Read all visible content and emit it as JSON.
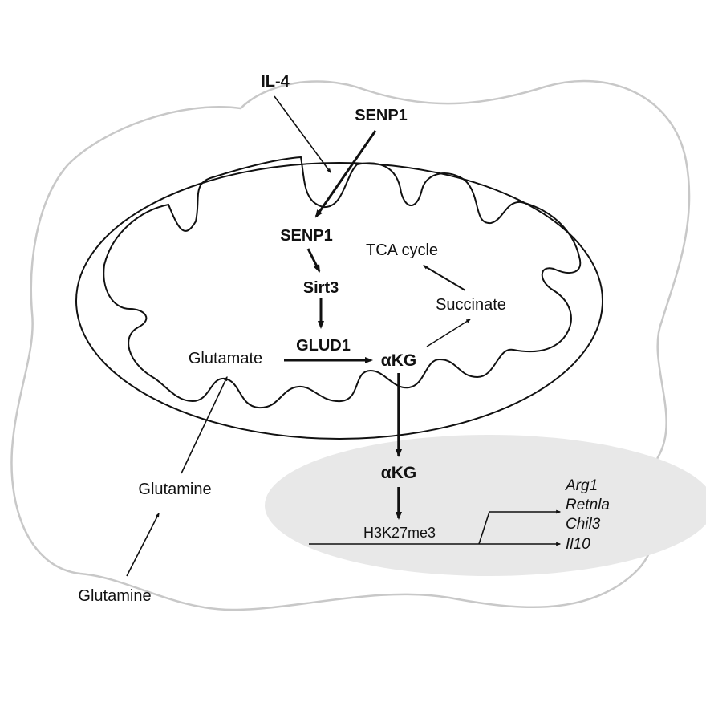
{
  "labels": {
    "il4": "IL-4",
    "senp1_outer": "SENP1",
    "senp1_inner": "SENP1",
    "sirt3": "Sirt3",
    "glud1": "GLUD1",
    "tca_cycle": "TCA cycle",
    "succinate": "Succinate",
    "glutamate": "Glutamate",
    "akg_mito": "αKG",
    "akg_nucleus": "αKG",
    "glutamine_cell": "Glutamine",
    "glutamine_outside": "Glutamine",
    "h3k27me3": "H3K27me3"
  },
  "genes": [
    "Arg1",
    "Retnla",
    "Chil3",
    "Il10"
  ],
  "colors": {
    "cell_outline": "#c8c8c8",
    "nucleus_fill": "#e8e8e8",
    "line": "#111111"
  }
}
